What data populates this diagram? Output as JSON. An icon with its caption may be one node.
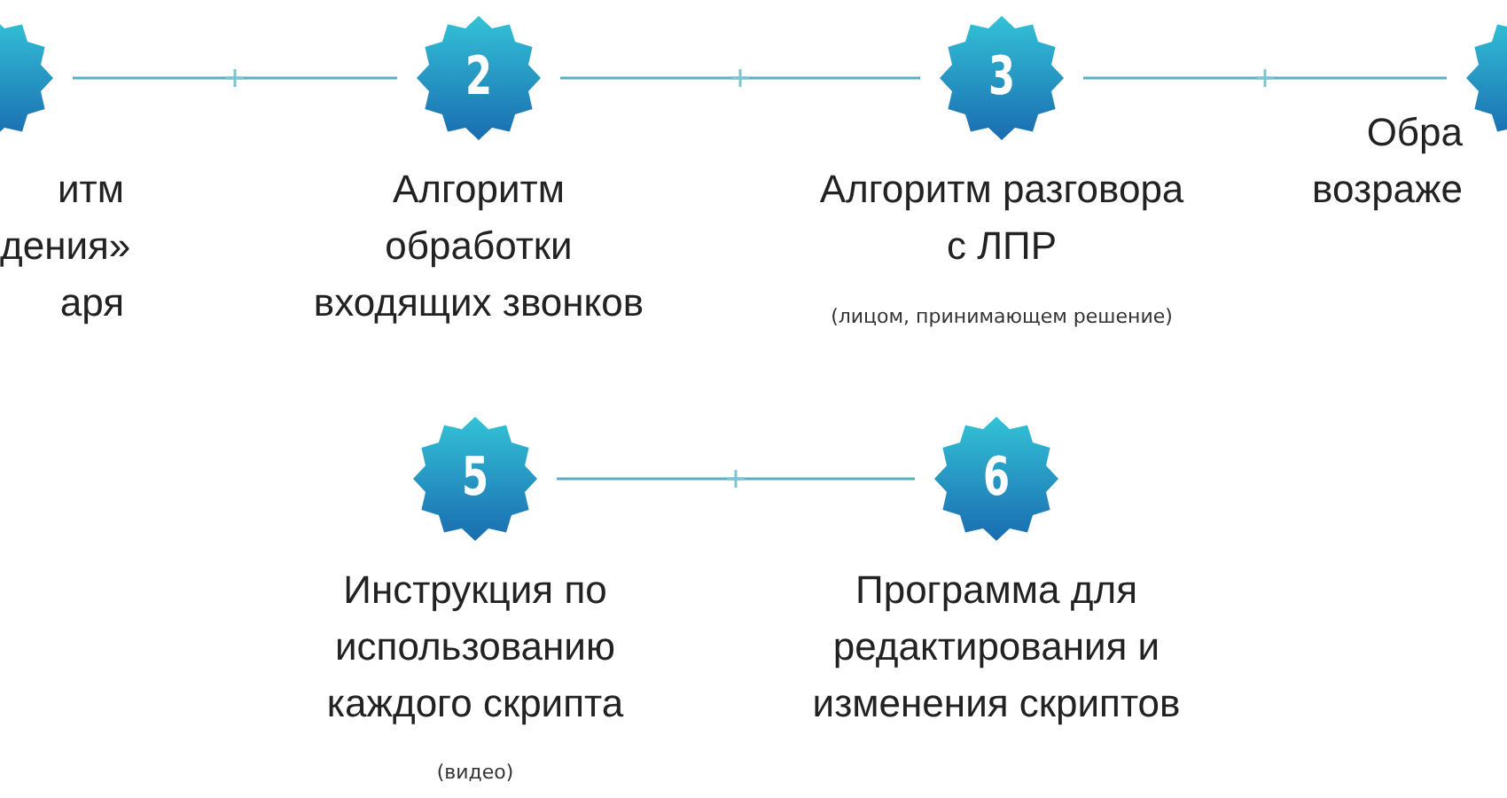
{
  "diagram": {
    "nodes": [
      {
        "text": [],
        "shape": "badge",
        "beside": [
          "итм дения» аря"
        ]
      },
      {
        "text": [
          "2",
          "Алгоритм обработки входящих звонков"
        ]
      },
      {
        "text": [
          "3",
          "Алгоритм разговора с ЛПР"
        ]
      },
      {
        "text": [],
        "shape": "badge",
        "beside": [
          "Обра возраже"
        ]
      },
      {
        "text": [
          "5",
          "Инструкция по использованию каждого скрипта"
        ]
      },
      {
        "text": [
          "6",
          "Программа для редактирования и изменения скриптов"
        ]
      }
    ],
    "edges": [
      {
        "from": 0,
        "to": 1,
        "arrow": "none"
      },
      {
        "from": 1,
        "to": 2,
        "arrow": "none"
      },
      {
        "from": 2,
        "to": 3,
        "arrow": "none"
      },
      {
        "from": 4,
        "to": 5,
        "arrow": "none"
      }
    ],
    "labels": [
      "(лицом, принимающем решение)",
      "(видео)"
    ]
  }
}
